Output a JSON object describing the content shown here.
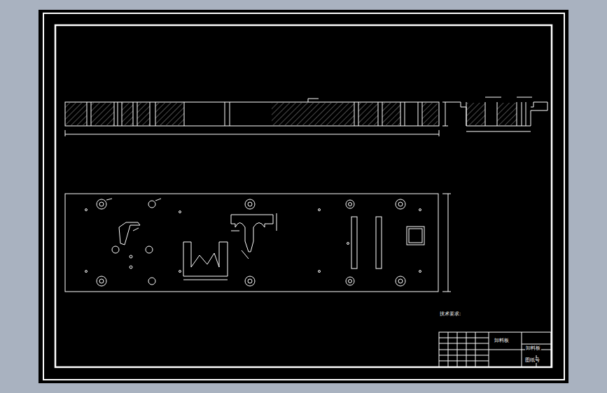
{
  "diagram": {
    "labels": [
      "技术要求:",
      "卸料板",
      "卸料板",
      "图纸号"
    ]
  }
}
